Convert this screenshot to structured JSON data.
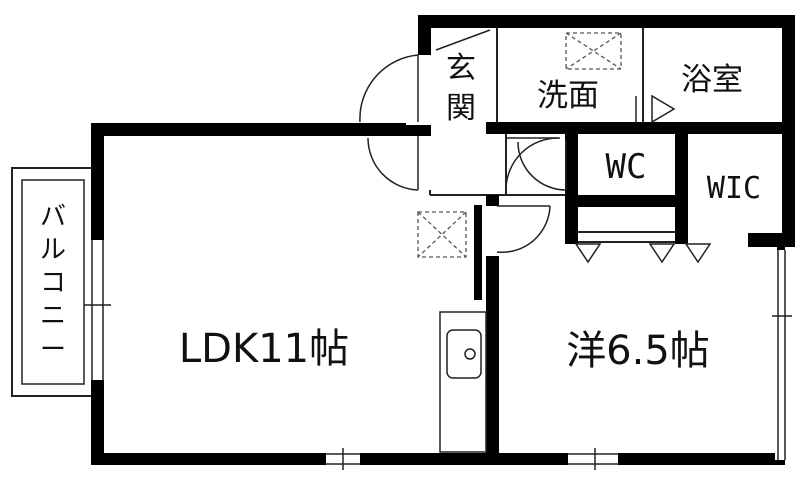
{
  "colors": {
    "wall": "#000000",
    "line": "#222222",
    "background": "#ffffff"
  },
  "rooms": {
    "ldk": "LDK11帖",
    "western": "洋6.5帖",
    "entrance_top": "玄",
    "entrance_bottom": "関",
    "washroom": "洗面",
    "bathroom": "浴室",
    "wc": "WC",
    "wic": "WIC",
    "balcony": [
      "バ",
      "ル",
      "コ",
      "ニ",
      "ー"
    ]
  }
}
